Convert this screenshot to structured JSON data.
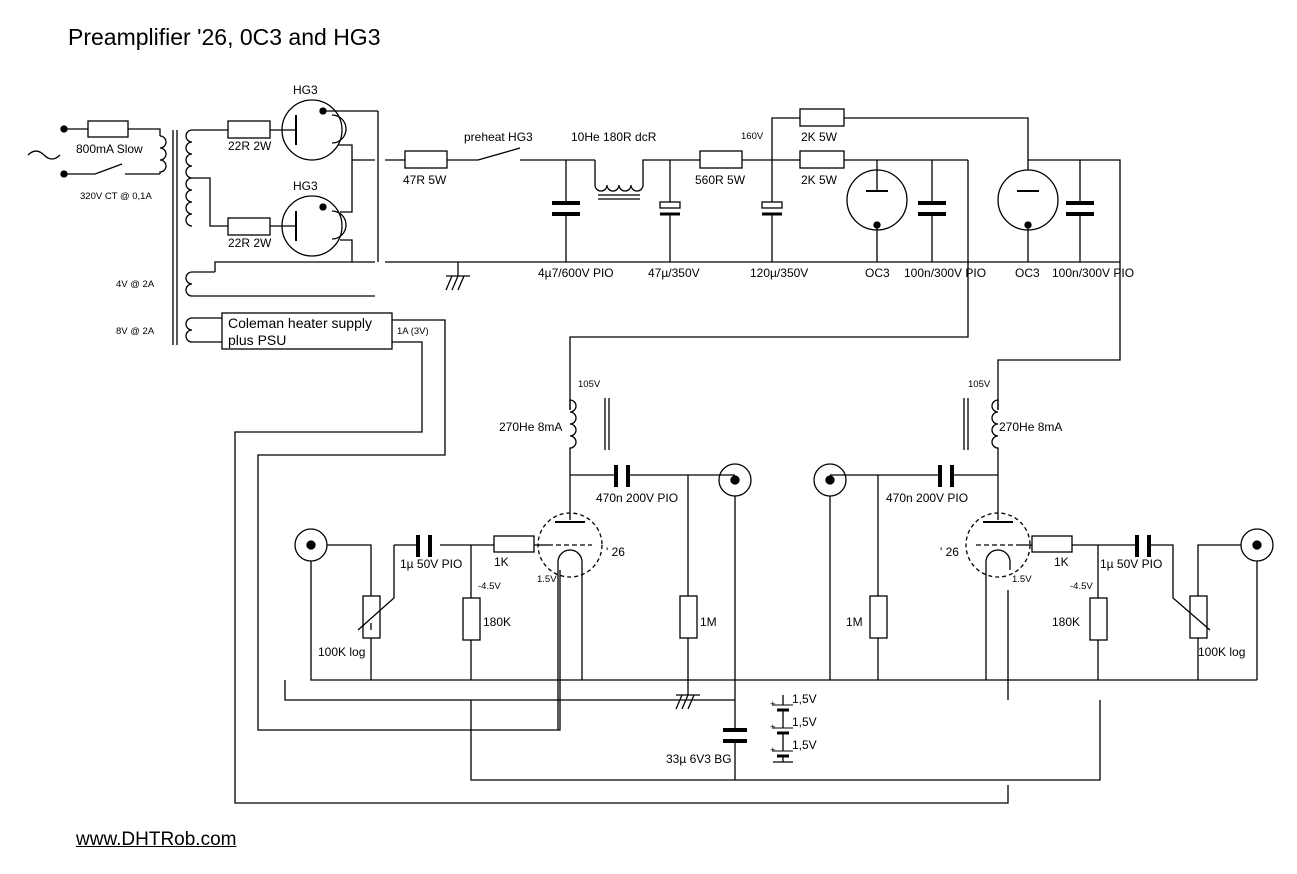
{
  "title": "Preamplifier '26, 0C3 and HG3",
  "website": "www.DHTRob.com",
  "labels": {
    "fuse": "800mA Slow",
    "transformer": "320V CT @ 0,1A",
    "winding_4v": "4V @ 2A",
    "winding_8v": "8V @ 2A",
    "hg3_top": "HG3",
    "hg3_bottom": "HG3",
    "r_22_top": "22R 2W",
    "r_22_bottom": "22R 2W",
    "heater_box_line1": "Coleman heater supply",
    "heater_box_line2": "plus PSU",
    "heater_current": "1A (3V)",
    "r_47": "47R 5W",
    "preheat": "preheat HG3",
    "choke": "10He 180R dcR",
    "c_4u7": "4µ7/600V PIO",
    "c_47u": "47µ/350V",
    "r_560": "560R 5W",
    "v_160": "160V",
    "c_120u": "120µ/350V",
    "r_2k_top": "2K 5W",
    "r_2k_mid": "2K 5W",
    "oc3_left": "OC3",
    "c_100n_left": "100n/300V PIO",
    "oc3_right": "OC3",
    "c_100n_right": "100n/300V PIO",
    "v_105_left": "105V",
    "v_105_right": "105V",
    "choke_270_left": "270He 8mA",
    "choke_270_right": "270He 8mA",
    "c_470n_left": "470n 200V PIO",
    "c_470n_right": "470n 200V PIO",
    "c_1u_left": "1µ 50V PIO",
    "c_1u_right": "1µ 50V PIO",
    "r_1k_left": "1K",
    "r_1k_right": "1K",
    "tube_left": "' 26",
    "tube_right": "' 26",
    "v_neg45_left": "-4.5V",
    "v_neg45_right": "-4.5V",
    "v_15_left": "1.5V",
    "v_15_right": "1.5V",
    "r_180k_left": "180K",
    "r_180k_right": "180K",
    "pot_left": "100K log",
    "pot_right": "100K log",
    "r_1m_left": "1M",
    "r_1m_right": "1M",
    "c_33u": "33µ 6V3 BG",
    "bat_1": "1,5V",
    "bat_2": "1,5V",
    "bat_3": "1,5V",
    "plus": "+"
  }
}
